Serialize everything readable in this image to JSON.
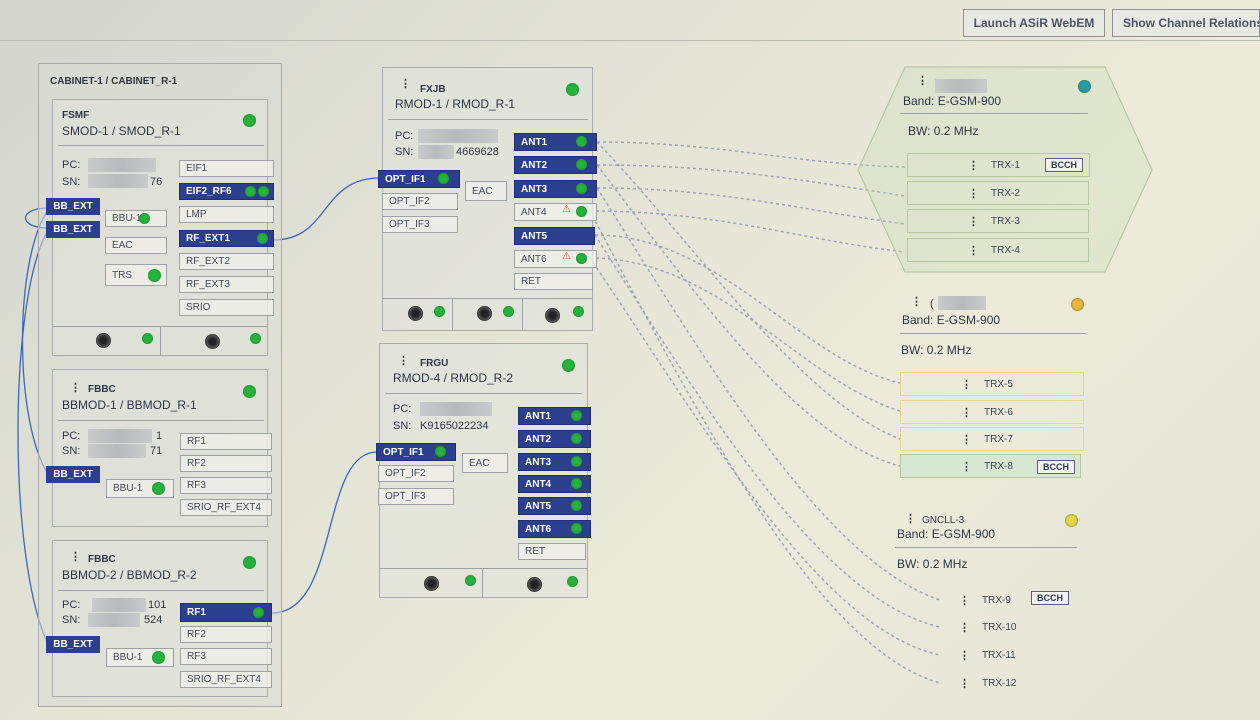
{
  "toolbar": {
    "launch_label": "Launch ASiR WebEM",
    "show_label": "Show Channel Relations"
  },
  "cabinet": {
    "title": "CABINET-1 / CABINET_R-1",
    "smod": {
      "type": "FSMF",
      "name": "SMOD-1 / SMOD_R-1",
      "pc_label": "PC:",
      "sn_label": "SN:",
      "sn_tail": "76",
      "left_ports": [
        "BBU-1",
        "EAC",
        "TRS"
      ],
      "ports": [
        "EIF1",
        "EIF2_RF6",
        "LMP",
        "RF_EXT1",
        "RF_EXT2",
        "RF_EXT3",
        "SRIO"
      ],
      "bb_ext": "BB_EXT"
    },
    "bbmod1": {
      "type": "FBBC",
      "name": "BBMOD-1 / BBMOD_R-1",
      "pc_label": "PC:",
      "sn_label": "SN:",
      "pc_tail": "1",
      "sn_tail": "71",
      "bbu": "BBU-1",
      "ports": [
        "RF1",
        "RF2",
        "RF3",
        "SRIO_RF_EXT4"
      ],
      "bb_ext": "BB_EXT"
    },
    "bbmod2": {
      "type": "FBBC",
      "name": "BBMOD-2 / BBMOD_R-2",
      "pc_label": "PC:",
      "sn_label": "SN:",
      "pc_tail": "101",
      "sn_tail": "524",
      "bbu": "BBU-1",
      "ports": [
        "RF1",
        "RF2",
        "RF3",
        "SRIO_RF_EXT4"
      ],
      "bb_ext": "BB_EXT"
    }
  },
  "rmod1": {
    "type": "FXJB",
    "name": "RMOD-1 / RMOD_R-1",
    "pc_label": "PC:",
    "sn_label": "SN:",
    "sn_tail": "4669628",
    "opt": [
      "OPT_IF1",
      "OPT_IF2",
      "OPT_IF3"
    ],
    "eac": "EAC",
    "ant": [
      "ANT1",
      "ANT2",
      "ANT3",
      "ANT4",
      "ANT5",
      "ANT6"
    ],
    "ret": "RET"
  },
  "rmod4": {
    "type": "FRGU",
    "name": "RMOD-4 / RMOD_R-2",
    "pc_label": "PC:",
    "sn_label": "SN:",
    "sn_value": "K9165022234",
    "opt": [
      "OPT_IF1",
      "OPT_IF2",
      "OPT_IF3"
    ],
    "eac": "EAC",
    "ant": [
      "ANT1",
      "ANT2",
      "ANT3",
      "ANT4",
      "ANT5",
      "ANT6"
    ],
    "ret": "RET"
  },
  "cells": [
    {
      "name_tail": "",
      "band": "Band: E-GSM-900",
      "bw": "BW: 0.2 MHz",
      "status_color": "#2a9aa8",
      "trx": [
        "TRX-1",
        "TRX-2",
        "TRX-3",
        "TRX-4"
      ],
      "bcch": "BCCH"
    },
    {
      "name_tail": "(",
      "band": "Band: E-GSM-900",
      "bw": "BW: 0.2 MHz",
      "status_color": "#f0b33c",
      "trx": [
        "TRX-5",
        "TRX-6",
        "TRX-7",
        "TRX-8"
      ],
      "bcch": "BCCH"
    },
    {
      "name_tail": "GNCLL-3",
      "band": "Band: E-GSM-900",
      "bw": "BW: 0.2 MHz",
      "status_color": "#e8d34a",
      "trx": [
        "TRX-9",
        "TRX-10",
        "TRX-11",
        "TRX-12"
      ],
      "bcch": "BCCH"
    }
  ]
}
